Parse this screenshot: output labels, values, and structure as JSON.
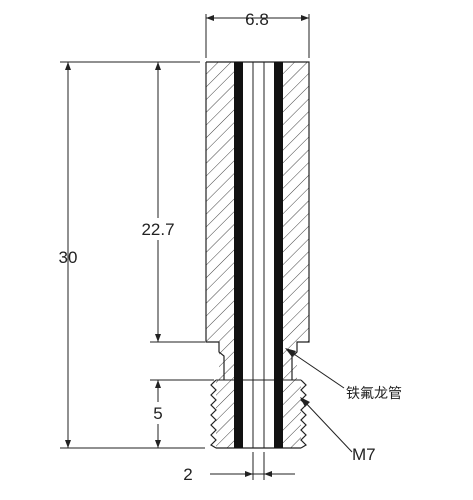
{
  "dimensions": {
    "width_top": "6.8",
    "total_length": "30",
    "upper_length": "22.7",
    "thread_length": "5",
    "bore": "2"
  },
  "labels": {
    "ptfe_tube": "铁氟龙管",
    "thread": "M7"
  }
}
